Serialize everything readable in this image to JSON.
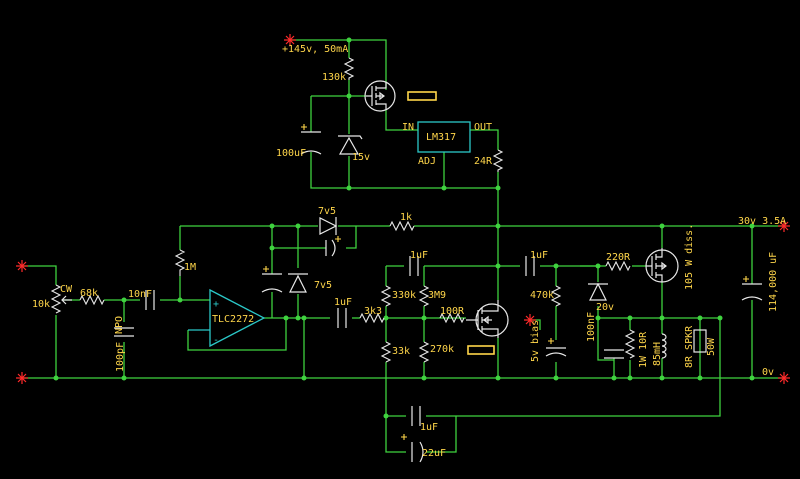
{
  "title": "",
  "colors": {
    "background": "#000000",
    "wire": "#3fd23f",
    "component": "#e8e8e8",
    "ic": "#2bc8c8",
    "label": "#ffd64a",
    "terminal": "#ff2a2a"
  },
  "supply": {
    "hv_label": "+145v, 50mA",
    "rail_label": "30v 3.5A",
    "ground_label": "0v"
  },
  "regulator": {
    "name": "LM317",
    "pin_in": "IN",
    "pin_out": "OUT",
    "pin_adj": "ADJ"
  },
  "opamp": {
    "name": "TLC2272"
  },
  "output_stage": {
    "mosfet_note": "105 W diss.",
    "reservoir_cap": "114,000 uF",
    "speaker": "8R SPKR",
    "speaker_power": "50W",
    "bias_note": "5v bias"
  },
  "components": {
    "r_130k": "130k",
    "c_100uf": "100uF",
    "z_15v": "15v",
    "r_24r": "24R",
    "z_7v5_top": "7v5",
    "r_1k": "1k",
    "r_1m": "1M",
    "z_7v5_mid": "7v5",
    "pot_10k": "10k",
    "pot_cw": "CW",
    "r_68k": "68k",
    "c_10nf": "10nF",
    "c_100pf": "100pF",
    "npo": "NPO",
    "c_1uf_a": "1uF",
    "r_3k3": "3k3",
    "c_1uf_b": "1uF",
    "r_330k": "330k",
    "r_3m9": "3M9",
    "r_100r": "100R",
    "r_33k": "33k",
    "r_270k": "270k",
    "c_1uf_c": "1uF",
    "r_470k": "470k",
    "r_220r": "220R",
    "z_20v": "20v",
    "c_100nf": "100nF",
    "r_10r": "1W 10R",
    "l_85mh": "85mH",
    "c_1uf_d": "1uF",
    "c_22uf": "22uF"
  }
}
